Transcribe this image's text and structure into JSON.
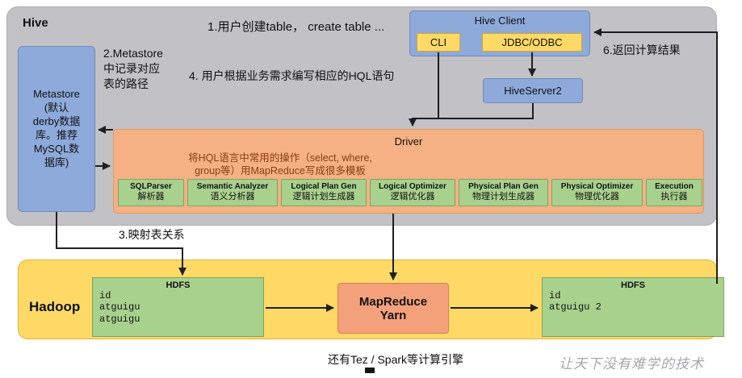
{
  "colors": {
    "hive_container": "#c2c2c6",
    "hadoop_container": "#ffd966",
    "blue_box": "#8eaadb",
    "yellow_box": "#ffd966",
    "driver_box": "#f5b183",
    "green_box": "#a9d18e",
    "mapreduce_box": "#f4a07a"
  },
  "hive": {
    "label": "Hive",
    "client": {
      "title": "Hive Client",
      "cli_label": "CLI",
      "jdbc_label": "JDBC/ODBC"
    },
    "hiveserver2_label": "HiveServer2",
    "metastore_label": "Metastore\n(默认\nderby数据\n库。推荐\nMySQL数\n据库)",
    "driver": {
      "title": "Driver",
      "description": "将HQL语言中常用的操作（select, where,\ngroup等）用MapReduce写成很多模板",
      "components": [
        {
          "en": "SQLParser",
          "zh": "解析器"
        },
        {
          "en": "Semantic Analyzer",
          "zh": "语义分析器"
        },
        {
          "en": "Logical Plan Gen",
          "zh": "逻辑计划生成器"
        },
        {
          "en": "Logical Optimizer",
          "zh": "逻辑优化器"
        },
        {
          "en": "Physical Plan Gen",
          "zh": "物理计划生成器"
        },
        {
          "en": "Physical Optimizer",
          "zh": "物理优化器"
        },
        {
          "en": "Execution",
          "zh": "执行器"
        }
      ]
    }
  },
  "annotations": {
    "step1": "1.用户创建table， create table ...",
    "step2": "2.Metastore\n中记录对应\n表的路径",
    "step3": "3.映射表关系",
    "step4": "4. 用户根据业务需求编写相应的HQL语句",
    "step6": "6.返回计算结果"
  },
  "hadoop": {
    "label": "Hadoop",
    "hdfs_left": {
      "title": "HDFS",
      "content": "id\natguigu\natguigu"
    },
    "mapreduce_label": "MapReduce\nYarn",
    "hdfs_right": {
      "title": "HDFS",
      "content": "id\natguigu 2"
    }
  },
  "footer": {
    "engines_note": "还有Tez / Spark等计算引擎",
    "watermark": "让天下没有难学的技术"
  }
}
